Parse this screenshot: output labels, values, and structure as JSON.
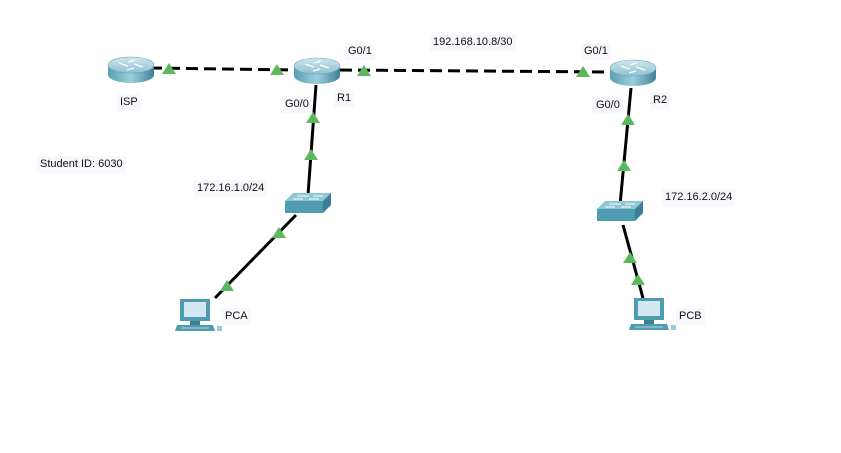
{
  "title": "Network Topology",
  "annotations": {
    "student_id": "Student ID: 6030",
    "lan1": "172.16.1.0/24",
    "lan2": "172.16.2.0/24",
    "wan": "192.168.10.8/30"
  },
  "devices": {
    "isp": {
      "label": "ISP",
      "type": "router"
    },
    "r1": {
      "label": "R1",
      "type": "router"
    },
    "r2": {
      "label": "R2",
      "type": "router"
    },
    "s1": {
      "label": "",
      "type": "switch"
    },
    "s2": {
      "label": "",
      "type": "switch"
    },
    "pca": {
      "label": "PCA",
      "type": "pc"
    },
    "pcb": {
      "label": "PCB",
      "type": "pc"
    }
  },
  "ports": {
    "r1_g01": "G0/1",
    "r1_g00": "G0/0",
    "r2_g01": "G0/1",
    "r2_g00": "G0/0"
  },
  "links": [
    {
      "from": "isp",
      "to": "r1",
      "style": "dashed",
      "status": "up"
    },
    {
      "from": "r1",
      "to": "r2",
      "style": "dashed",
      "status": "up"
    },
    {
      "from": "r1",
      "to": "s1",
      "style": "solid",
      "status": "up"
    },
    {
      "from": "s1",
      "to": "pca",
      "style": "solid",
      "status": "up"
    },
    {
      "from": "r2",
      "to": "s2",
      "style": "solid",
      "status": "up"
    },
    {
      "from": "s2",
      "to": "pcb",
      "style": "solid",
      "status": "up"
    }
  ],
  "colors": {
    "link_up": "#5cb85c",
    "device": "#4f9bb0"
  }
}
